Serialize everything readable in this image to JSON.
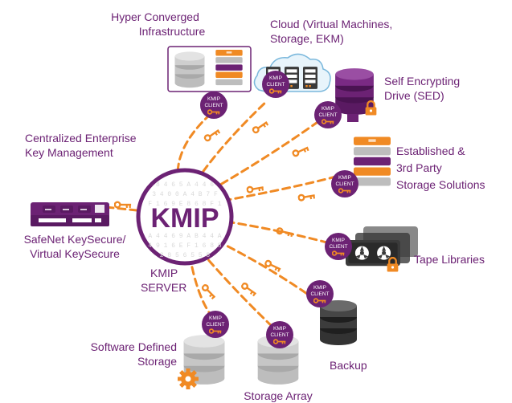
{
  "colors": {
    "purple": "#6c2274",
    "orange": "#f08a24",
    "gray_dark": "#3a3a3a",
    "gray_light": "#bcbcbc"
  },
  "center": {
    "title": "KMIP"
  },
  "client_badge": {
    "line1": "KMIP",
    "line2": "CLIENT",
    "icon": "key-icon"
  },
  "labels": {
    "hci": [
      "Hyper Converged",
      "Infrastructure"
    ],
    "cloud": [
      "Cloud (Virtual Machines,",
      "Storage, EKM)"
    ],
    "sed": [
      "Self Encrypting",
      "Drive (SED)"
    ],
    "established": [
      "Established &",
      "3rd Party",
      "Storage Solutions"
    ],
    "tape": "Tape Libraries",
    "backup": "Backup",
    "storage_array": "Storage Array",
    "sds": [
      "Software Defined",
      "Storage"
    ],
    "kmip_server": [
      "KMIP",
      "SERVER"
    ],
    "safenet": [
      "SafeNet KeySecure/",
      "Virtual KeySecure"
    ],
    "centralized": [
      "Centralized Enterprise",
      "Key Management"
    ]
  }
}
